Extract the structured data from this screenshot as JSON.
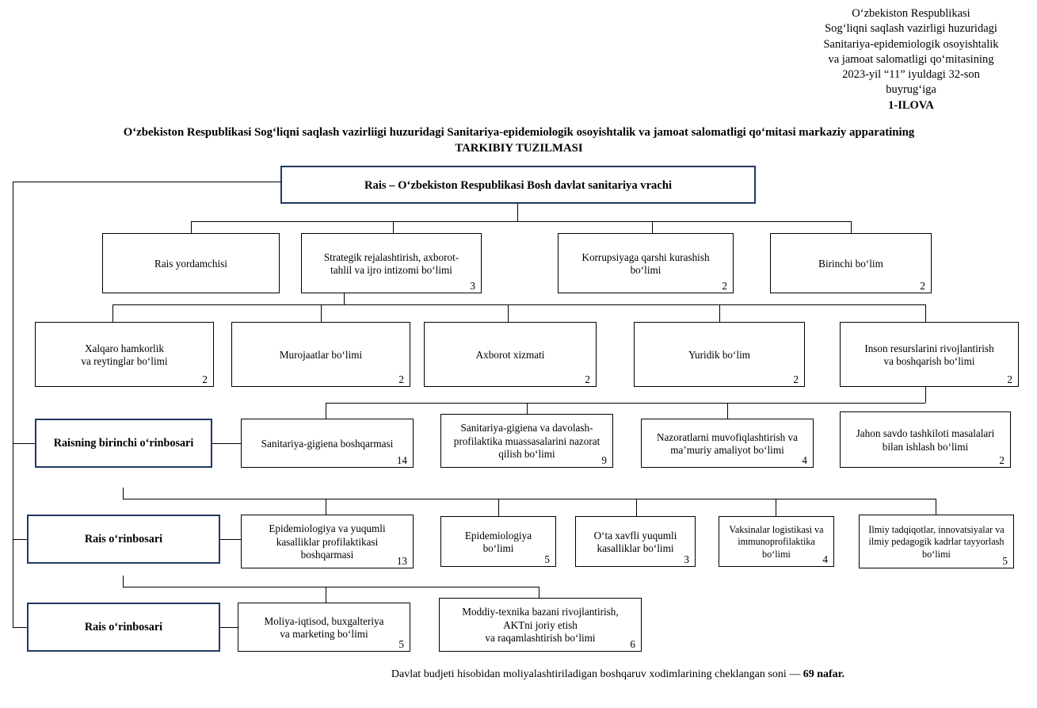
{
  "header": {
    "lines": [
      "O‘zbekiston Respublikasi",
      "Sog‘liqni saqlash vazirligi huzuridagi",
      "Sanitariya-epidemiologik osoyishtalik",
      "va jamoat salomatligi qo‘mitasining",
      "2023-yil “11” iyuldagi 32-son",
      "buyrug‘iga"
    ],
    "appendix": "1-ILOVA"
  },
  "title": {
    "line1": "O‘zbekiston Respublikasi Sog‘liqni saqlash vazirliigi huzuridagi Sanitariya-epidemiologik osoyishtalik va jamoat salomatligi qo‘mitasi markaziy apparatining",
    "line2": "TARKIBIY TUZILMASI"
  },
  "colors": {
    "accent": "#1F3864",
    "line": "#000000",
    "background": "#FFFFFF"
  },
  "chart_data": {
    "type": "diagram",
    "diagram_kind": "organizational-chart",
    "root": {
      "id": "chief",
      "label": "Rais – O‘zbekiston Respublikasi Bosh davlat sanitariya vrachi",
      "count": ""
    },
    "level2": [
      {
        "id": "rais-yordamchisi",
        "label": "Rais yordamchisi",
        "count": ""
      },
      {
        "id": "strategik-rejalashtirish",
        "label": "Strategik rejalashtirish, axborot-\ntahlil va ijro intizomi bo‘limi",
        "count": "3"
      },
      {
        "id": "korrupsiyaga-qarshi",
        "label": "Korrupsiyaga qarshi kurashish\nbo‘limi",
        "count": "2"
      },
      {
        "id": "birinchi-bolim",
        "label": "Birinchi bo‘lim",
        "count": "2"
      }
    ],
    "level3": [
      {
        "id": "xalqaro-hamkorlik",
        "label": "Xalqaro hamkorlik\nva reytinglar bo‘limi",
        "count": "2"
      },
      {
        "id": "murojaatlar",
        "label": "Murojaatlar bo‘limi",
        "count": "2"
      },
      {
        "id": "axborot-xizmati",
        "label": "Axborot xizmati",
        "count": "2"
      },
      {
        "id": "yuridik-bolim",
        "label": "Yuridik bo‘lim",
        "count": "2"
      },
      {
        "id": "inson-resurslari",
        "label": "Inson resurslarini rivojlantirish\nva boshqarish bo‘limi",
        "count": "2"
      }
    ],
    "branch_first_deputy": {
      "head": {
        "id": "first-deputy",
        "label": "Raisning birinchi o‘rinbosari",
        "count": ""
      },
      "children": [
        {
          "id": "sanitariya-gigiena-boshqarmasi",
          "label": "Sanitariya-gigiena boshqarmasi",
          "count": "14"
        },
        {
          "id": "sanitariya-gigiena-davolash",
          "label": "Sanitariya-gigiena va davolash-\nprofilaktika muassasalarini nazorat\nqilish bo‘limi",
          "count": "9"
        },
        {
          "id": "nazoratlarni-muvofiqlashtirish",
          "label": "Nazoratlarni muvofiqlashtirish va\nma’muriy amaliyot bo‘limi",
          "count": "4"
        },
        {
          "id": "jahon-savdo-tashkiloti",
          "label": "Jahon savdo tashkiloti masalalari\nbilan ishlash bo‘limi",
          "count": "2"
        }
      ]
    },
    "branch_deputy_epi": {
      "head": {
        "id": "deputy-epi",
        "label": "Rais o‘rinbosari",
        "count": ""
      },
      "children": [
        {
          "id": "epidemiologiya-boshqarmasi",
          "label": "Epidemiologiya va yuqumli\nkasalliklar profilaktikasi\nboshqarmasi",
          "count": "13"
        },
        {
          "id": "epidemiologiya-bolimi",
          "label": "Epidemiologiya\nbo‘limi",
          "count": "5"
        },
        {
          "id": "ota-xavfli-yuqumli",
          "label": "O‘ta xavfli yuqumli\nkasalliklar bo‘limi",
          "count": "3"
        },
        {
          "id": "vaksinalar-logistikasi",
          "label": "Vaksinalar logistikasi va\nimmunoprofilaktika\nbo‘limi",
          "count": "4"
        },
        {
          "id": "ilmiy-tadqiqotlar",
          "label": "Ilmiy tadqiqotlar, innovatsiyalar va\nilmiy pedagogik kadrlar tayyorlash\nbo‘limi",
          "count": "5"
        }
      ]
    },
    "branch_deputy_fin": {
      "head": {
        "id": "deputy-fin",
        "label": "Rais o‘rinbosari",
        "count": ""
      },
      "children": [
        {
          "id": "moliya-iqtisod",
          "label": "Moliya-iqtisod, buxgalteriya\nva marketing bo‘limi",
          "count": "5"
        },
        {
          "id": "moddiy-texnika",
          "label": "Moddiy-texnika bazani rivojlantirish,\nAKTni joriy etish\nva raqamlashtirish bo‘limi",
          "count": "6"
        }
      ]
    }
  },
  "footer": {
    "text_before": "Davlat budjeti hisobidan moliyalashtiriladigan boshqaruv xodimlarining cheklangan soni — ",
    "total": "69 nafar."
  }
}
